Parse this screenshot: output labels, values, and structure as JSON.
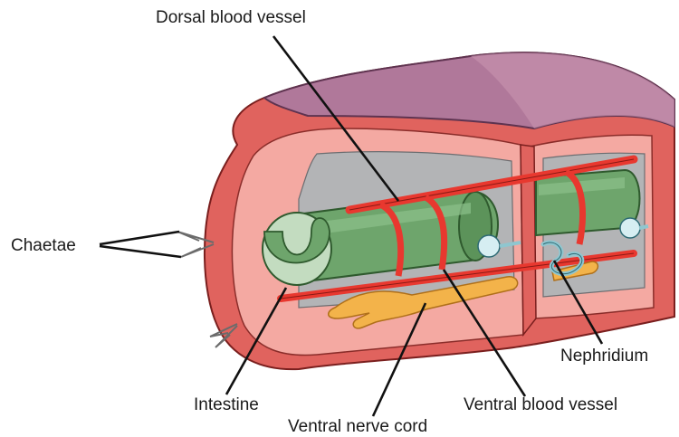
{
  "labels": {
    "dorsal": "Dorsal blood vessel",
    "chaetae": "Chaetae",
    "intestine": "Intestine",
    "ventral_nerve": "Ventral nerve cord",
    "ventral_blood": "Ventral blood vessel",
    "nephridium": "Nephridium"
  },
  "colors": {
    "skin_top": "#b0789a",
    "body_wall": "#e0635e",
    "inner_lining": "#f4a9a2",
    "cavity": "#b3b4b6",
    "intestine": "#6ea56c",
    "intestine_lumen": "#c3dcc0",
    "vessel": "#e8382f",
    "nerve": "#f3b34a",
    "nephridium": "#8fc6cf"
  }
}
